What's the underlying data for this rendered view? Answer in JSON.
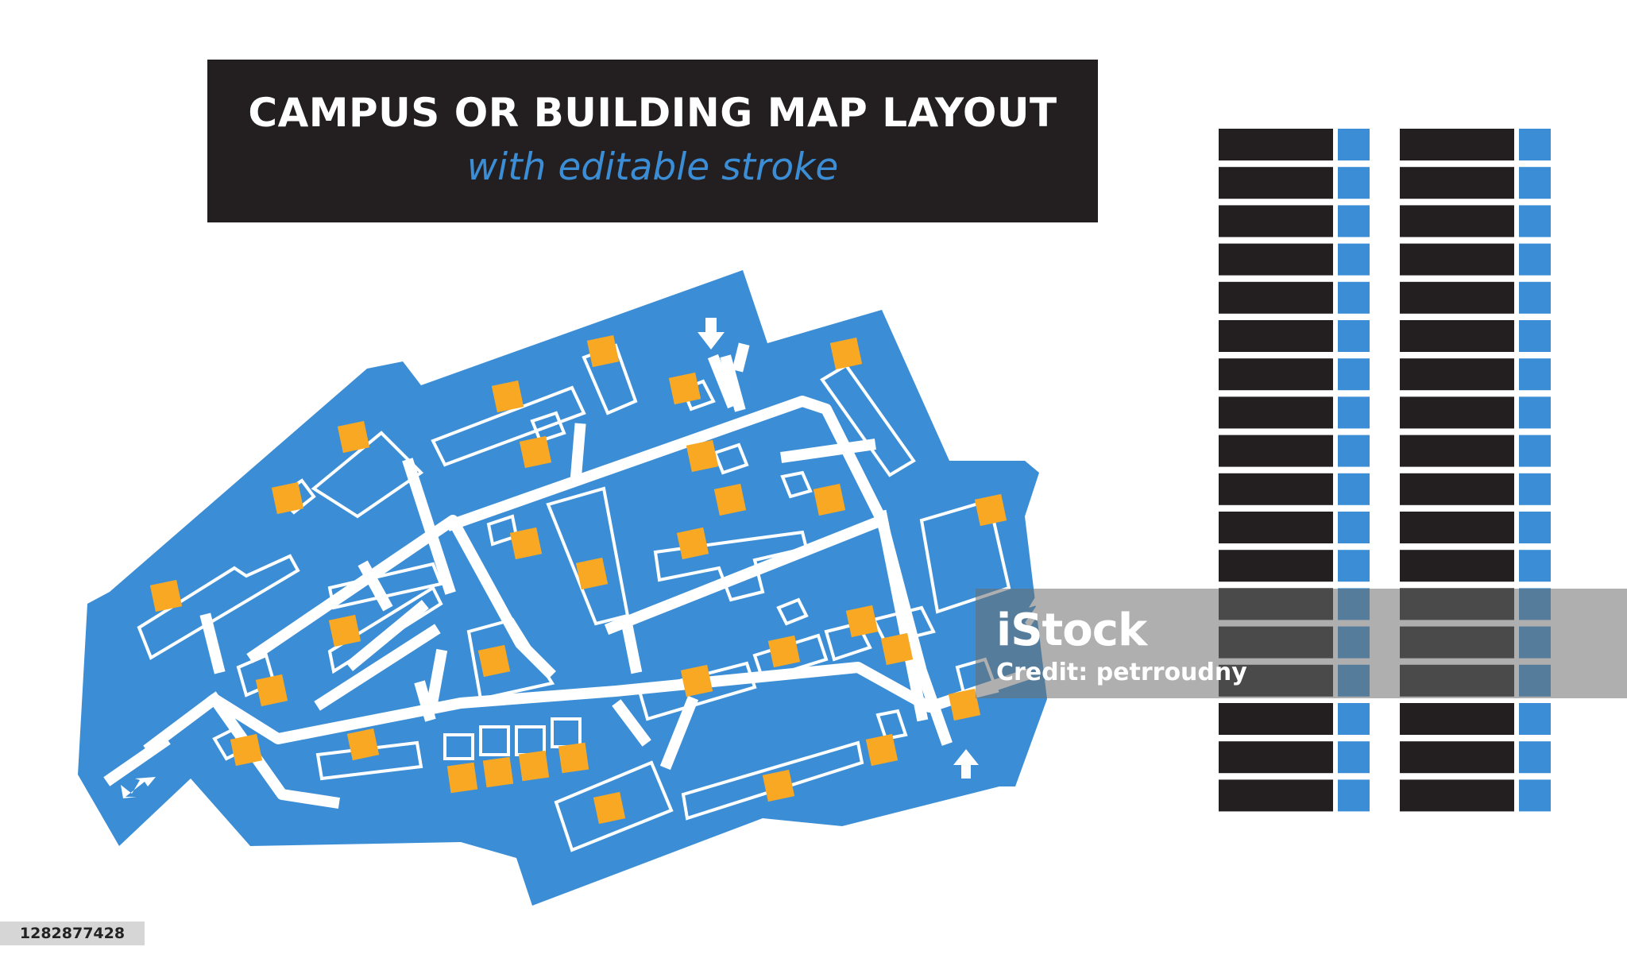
{
  "header": {
    "title": "CAMPUS OR BUILDING MAP LAYOUT",
    "subtitle": "with editable stroke"
  },
  "map": {
    "colors": {
      "area": "#3b8ed6",
      "path": "#ffffff",
      "marker": "#f8a823",
      "legend_dark": "#231f20",
      "legend_accent": "#3b8ed6",
      "banner": "#231f20"
    },
    "icons": [
      "arrow-down-icon",
      "arrow-left-down-icon",
      "arrow-up-icon",
      "arrow-up-right-icon",
      "marker-icon"
    ]
  },
  "legend": {
    "columns": 2,
    "rows_per_column": 18
  },
  "watermark": {
    "logo": "iStock",
    "credit": "Credit: petrroudny",
    "image_id": "1282877428"
  }
}
